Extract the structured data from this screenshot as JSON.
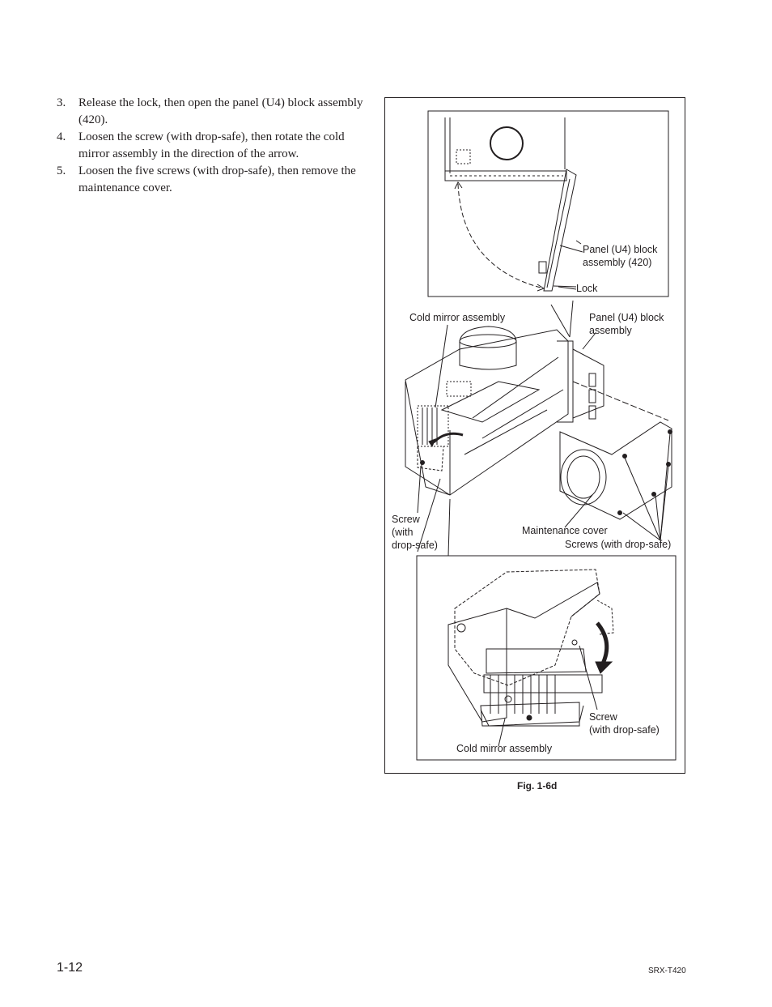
{
  "instructions": {
    "steps": [
      {
        "number": "3.",
        "text": "Release the lock, then open the panel (U4) block assembly (420)."
      },
      {
        "number": "4.",
        "text": "Loosen the screw (with drop-safe), then rotate the cold mirror assembly in the direction of the arrow."
      },
      {
        "number": "5.",
        "text": "Loosen the five screws (with drop-safe), then remove the maintenance cover."
      }
    ]
  },
  "figure": {
    "labels": {
      "panel_u4_block_assembly_420": "Panel (U4) block\nassembly (420)",
      "lock": "Lock",
      "cold_mirror_assembly_top": "Cold mirror assembly",
      "panel_u4_block_assembly": "Panel (U4) block\nassembly",
      "screw_with_drop_safe_left": "Screw\n(with\ndrop-safe)",
      "maintenance_cover": "Maintenance cover",
      "screws_with_drop_safe": "Screws (with drop-safe)",
      "screw_with_drop_safe_detail": "Screw\n(with drop-safe)",
      "cold_mirror_assembly_bottom": "Cold mirror assembly"
    },
    "caption": "Fig. 1-6d"
  },
  "footer": {
    "page_number": "1-12",
    "model": "SRX-T420"
  }
}
